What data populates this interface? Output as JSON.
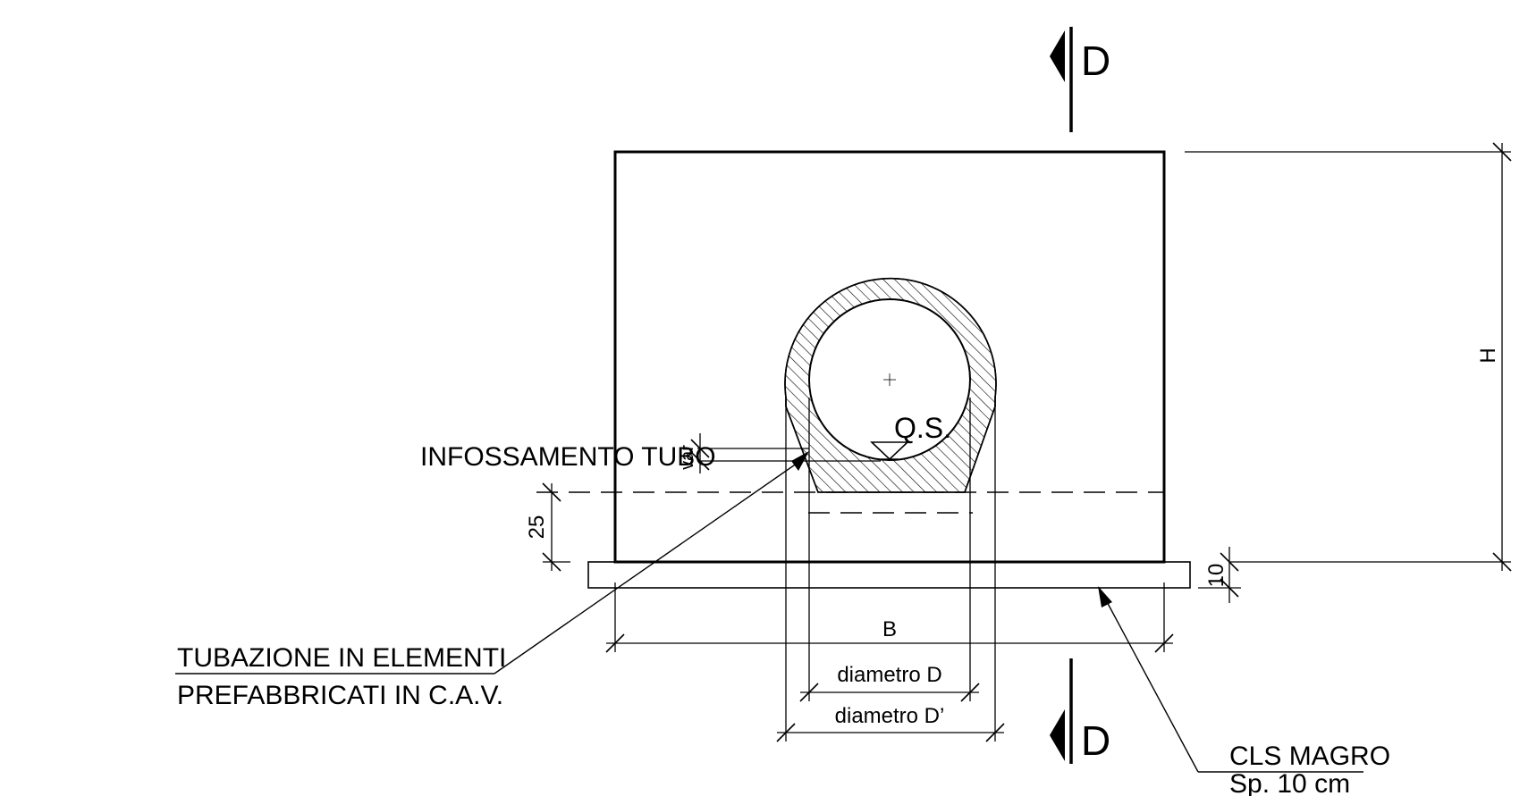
{
  "section_marks": {
    "top": "D",
    "bottom": "D"
  },
  "labels": {
    "height": "H",
    "base_width": "B",
    "pipe_embed": "INFOSSAMENTO TUBO",
    "var": "var",
    "water_level": "Q.S.",
    "dim_25": "25",
    "dim_10": "10",
    "diameter_d": "diametro D",
    "diameter_d_prime": "diametro D’"
  },
  "callouts": {
    "pipe_line1": "TUBAZIONE IN ELEMENTI",
    "pipe_line2": "PREFABBRICATI IN C.A.V.",
    "concrete_line1": "CLS MAGRO",
    "concrete_line2": "Sp. 10 cm"
  }
}
